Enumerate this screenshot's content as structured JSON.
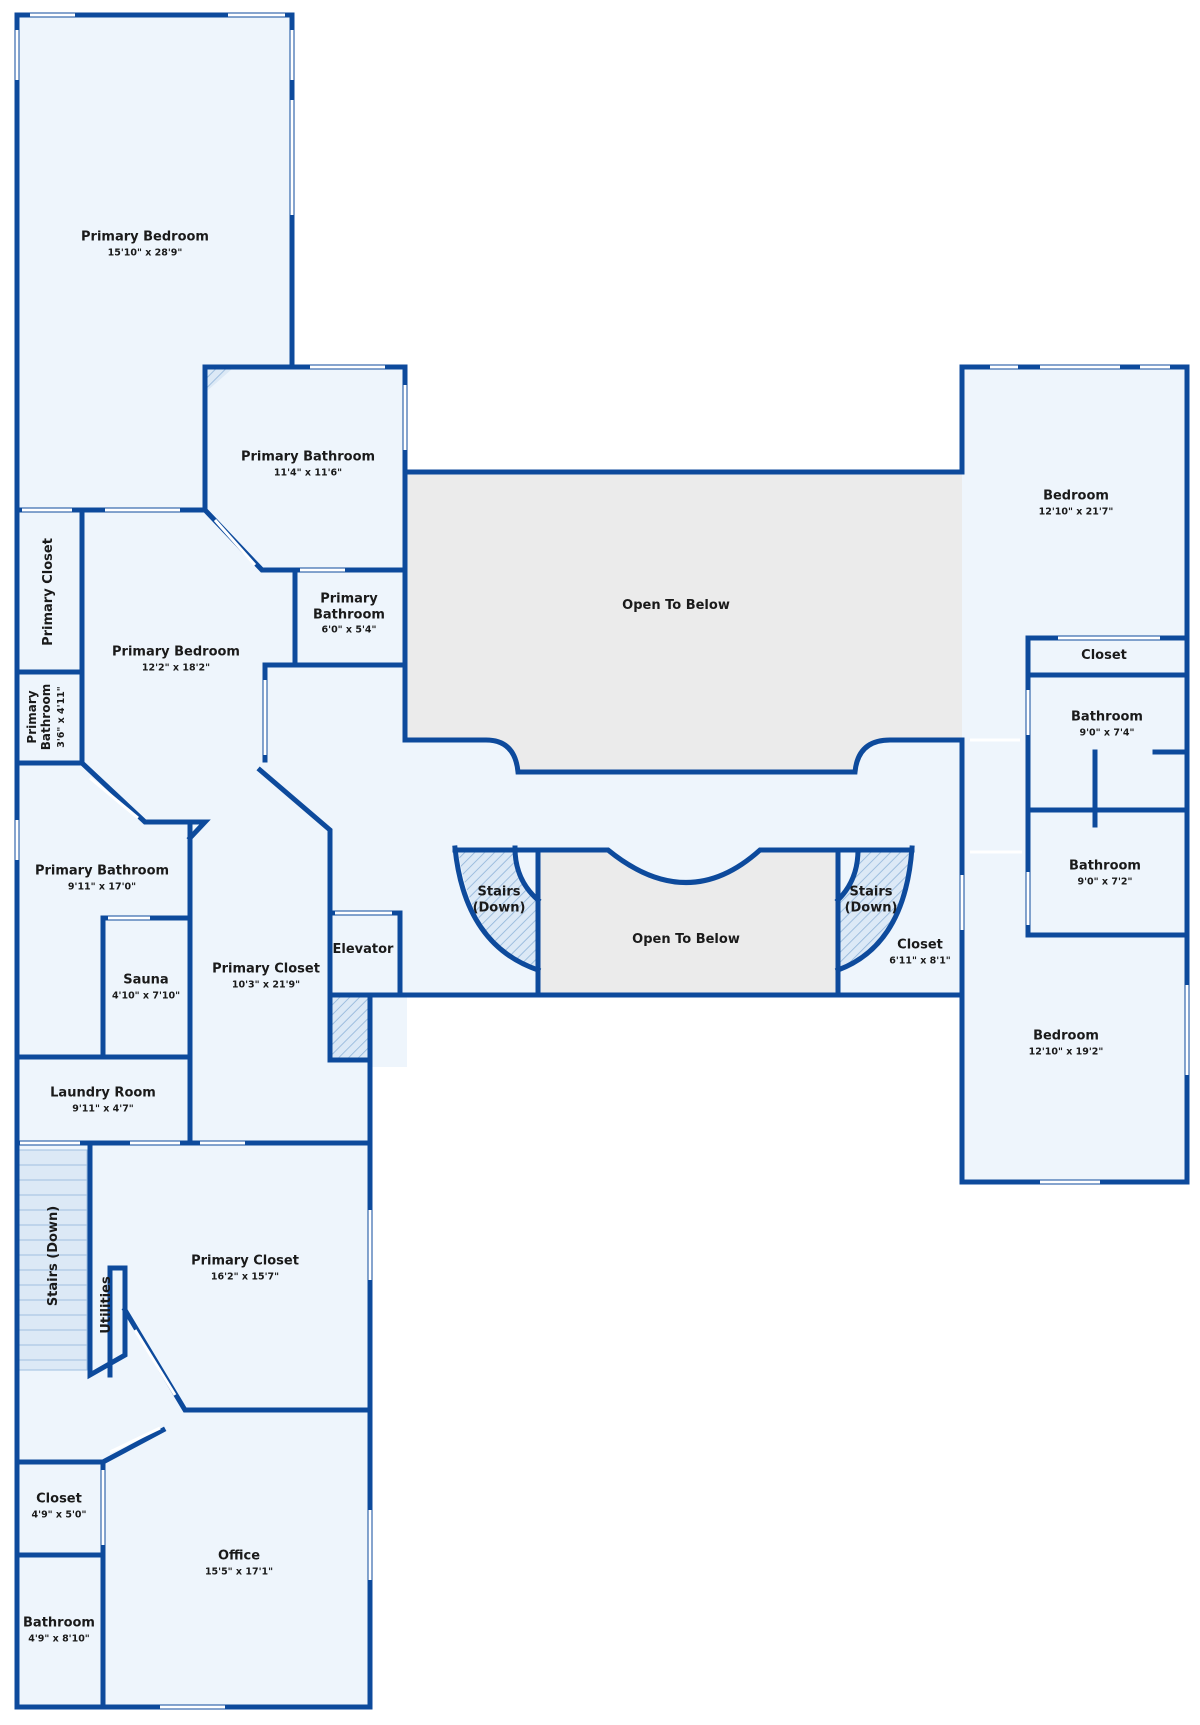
{
  "colors": {
    "wall": "#0d4a9c",
    "room_fill": "#eef5fc",
    "open_fill": "#ebebeb",
    "window": "#ffffff",
    "hatch": "#8fb4d9"
  },
  "rooms": [
    {
      "id": "primary-bedroom-top",
      "name": "Primary Bedroom",
      "dim": "15'10\" x 28'9\""
    },
    {
      "id": "primary-bathroom-upper",
      "name": "Primary Bathroom",
      "dim": "11'4\" x 11'6\""
    },
    {
      "id": "primary-bathroom-small",
      "name": "Primary Bathroom",
      "dim": "6'0\" x 5'4\""
    },
    {
      "id": "open-to-below-upper",
      "name": "Open To Below",
      "dim": ""
    },
    {
      "id": "bedroom-right-upper",
      "name": "Bedroom",
      "dim": "12'10\" x 21'7\""
    },
    {
      "id": "closet-right",
      "name": "Closet",
      "dim": ""
    },
    {
      "id": "bathroom-right-upper",
      "name": "Bathroom",
      "dim": "9'0\" x 7'4\""
    },
    {
      "id": "bathroom-right-lower",
      "name": "Bathroom",
      "dim": "9'0\" x 7'2\""
    },
    {
      "id": "primary-closet-left",
      "name": "Primary Closet",
      "dim": ""
    },
    {
      "id": "primary-bathroom-tiny",
      "name": "Primary Bathroom",
      "dim": "3'6\" x 4'11\""
    },
    {
      "id": "primary-bedroom-middle",
      "name": "Primary Bedroom",
      "dim": "12'2\" x 18'2\""
    },
    {
      "id": "primary-bathroom-left",
      "name": "Primary Bathroom",
      "dim": "9'11\" x 17'0\""
    },
    {
      "id": "sauna",
      "name": "Sauna",
      "dim": "4'10\" x 7'10\""
    },
    {
      "id": "primary-closet-center",
      "name": "Primary Closet",
      "dim": "10'3\" x 21'9\""
    },
    {
      "id": "elevator",
      "name": "Elevator",
      "dim": ""
    },
    {
      "id": "stairs-down-left",
      "name": "Stairs (Down)",
      "dim": ""
    },
    {
      "id": "open-to-below-lower",
      "name": "Open To Below",
      "dim": ""
    },
    {
      "id": "stairs-down-right",
      "name": "Stairs (Down)",
      "dim": ""
    },
    {
      "id": "closet-center-right",
      "name": "Closet",
      "dim": "6'11\" x 8'1\""
    },
    {
      "id": "bedroom-right-lower",
      "name": "Bedroom",
      "dim": "12'10\" x 19'2\""
    },
    {
      "id": "laundry-room",
      "name": "Laundry Room",
      "dim": "9'11\" x 4'7\""
    },
    {
      "id": "stairs-down-vertical",
      "name": "Stairs (Down)",
      "dim": ""
    },
    {
      "id": "utilities",
      "name": "Utilities",
      "dim": ""
    },
    {
      "id": "primary-closet-lower",
      "name": "Primary Closet",
      "dim": "16'2\" x 15'7\""
    },
    {
      "id": "closet-lower-left",
      "name": "Closet",
      "dim": "4'9\" x 5'0\""
    },
    {
      "id": "office",
      "name": "Office",
      "dim": "15'5\" x 17'1\""
    },
    {
      "id": "bathroom-lower-left",
      "name": "Bathroom",
      "dim": "4'9\" x 8'10\""
    }
  ]
}
